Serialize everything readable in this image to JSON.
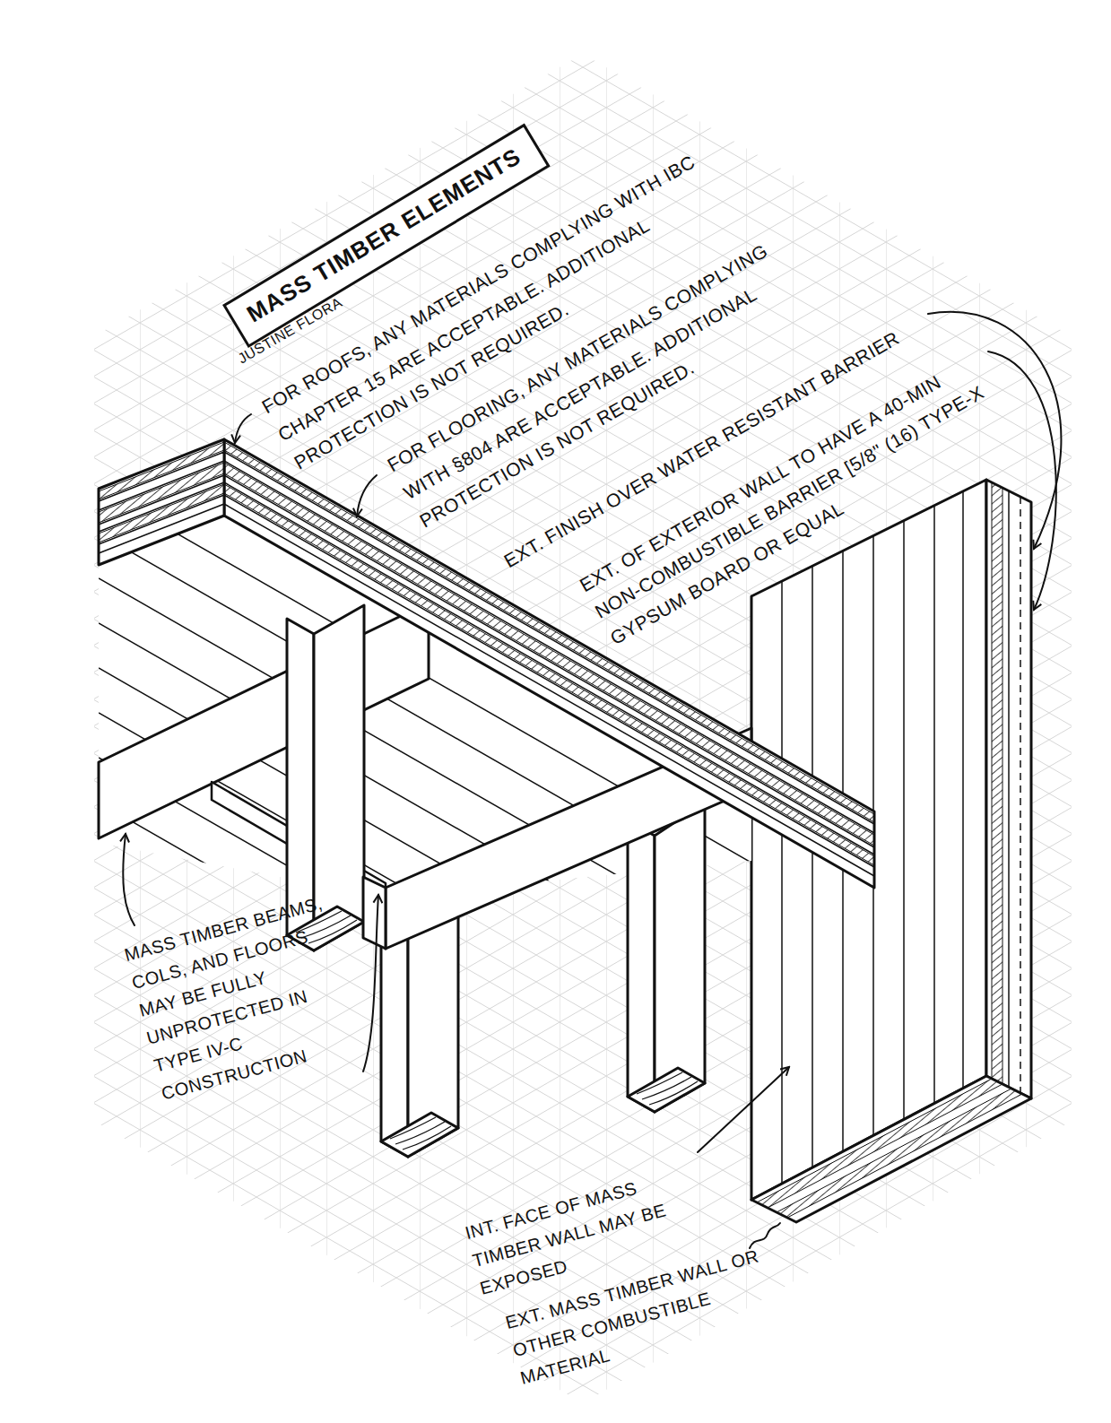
{
  "diagram": {
    "nodes": [
      {
        "text": [
          "MASS TIMBER ELEMENTS"
        ]
      }
    ],
    "labels": [
      "JUSTINE FLORA",
      "FOR ROOFS, ANY MATERIALS COMPLYING WITH IBC CHAPTER 15 ARE ACCEPTABLE. ADDITIONAL PROTECTION IS NOT REQUIRED.",
      "FOR FLOORING, ANY MATERIALS COMPLYING WITH §804 ARE ACCEPTABLE. ADDITIONAL PROTECTION IS NOT REQUIRED.",
      "EXT. FINISH OVER WATER RESISTANT BARRIER",
      "EXT. OF EXTERIOR WALL TO HAVE A 40-MIN NON-COMBUSTIBLE BARRIER [5/8\" (16) TYPE-X GYPSUM BOARD OR EQUAL",
      "MASS TIMBER BEAMS, COLS, AND FLOORS MAY BE FULLY UNPROTECTED IN TYPE IV-C CONSTRUCTION",
      "INT. FACE OF MASS TIMBER WALL MAY BE EXPOSED",
      "EXT. MASS TIMBER WALL OR OTHER COMBUSTIBLE MATERIAL"
    ]
  }
}
